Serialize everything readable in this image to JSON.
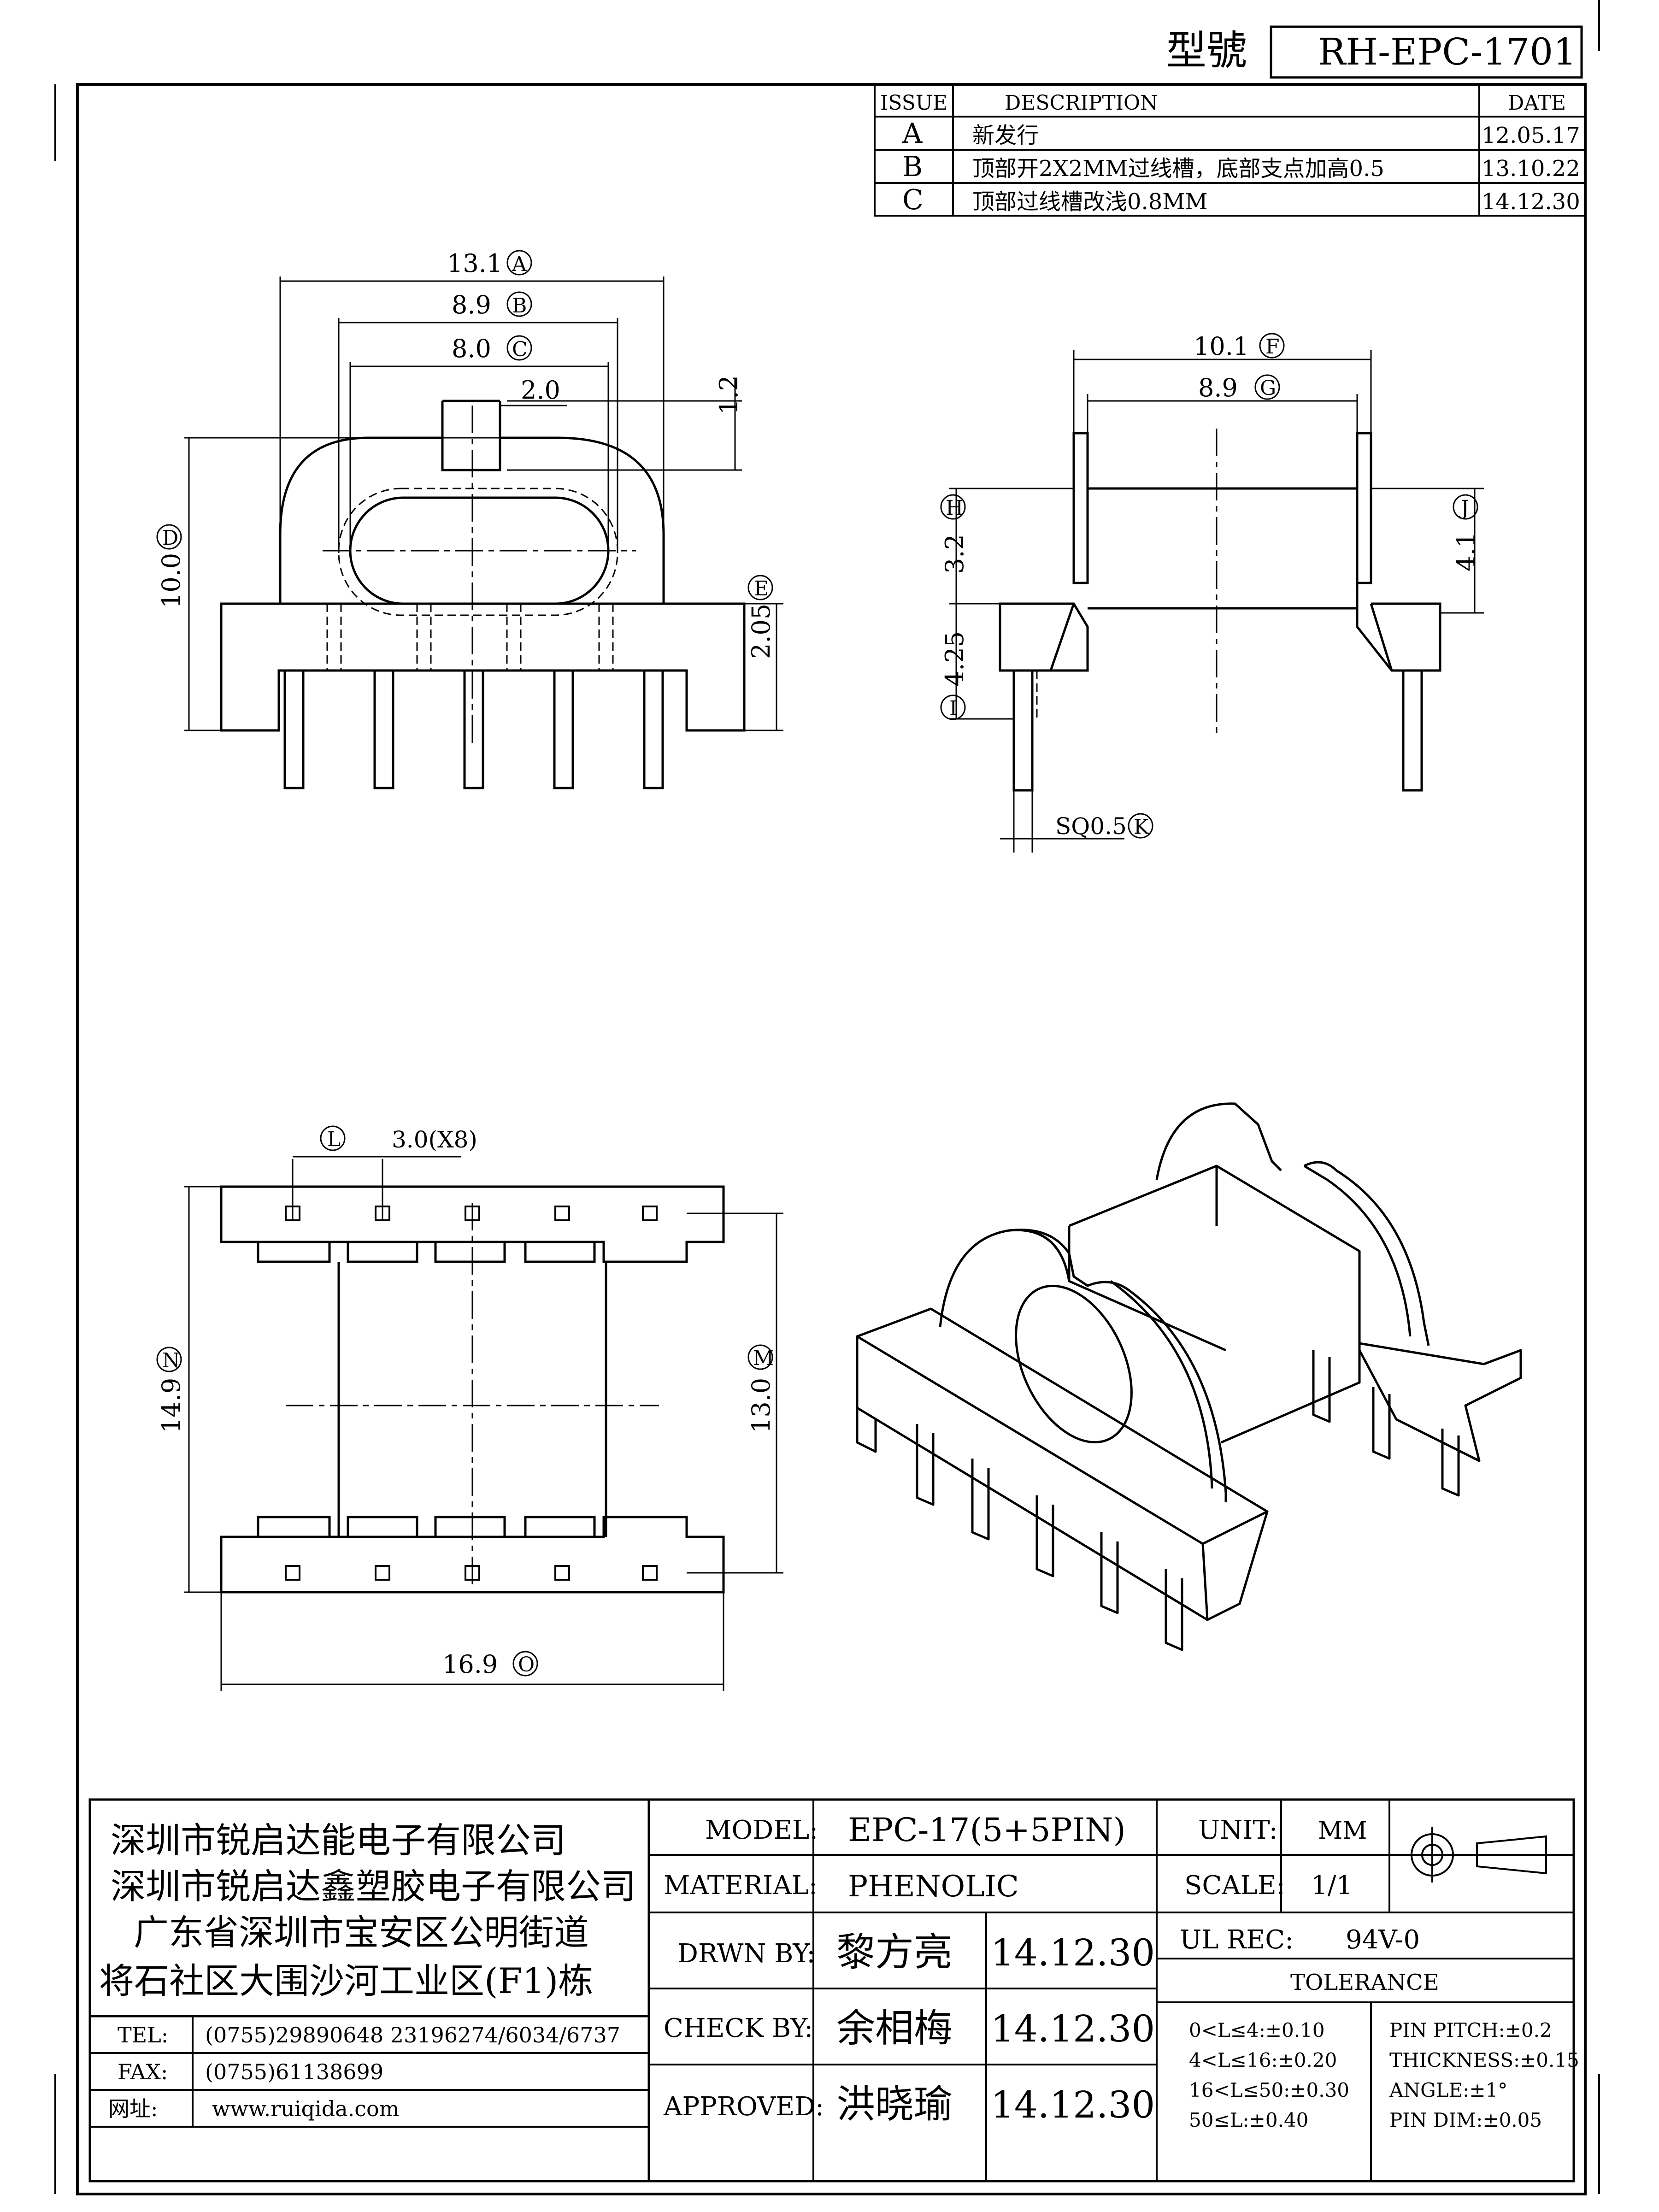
{
  "header": {
    "model_label": "型號",
    "model_no": "RH-EPC-1701"
  },
  "revisions": {
    "headers": [
      "ISSUE",
      "DESCRIPTION",
      "DATE"
    ],
    "rows": [
      {
        "issue": "A",
        "description": "新发行",
        "date": "12.05.17"
      },
      {
        "issue": "B",
        "description": "顶部开2X2MM过线槽，底部支点加高0.5",
        "date": "13.10.22"
      },
      {
        "issue": "C",
        "description": "顶部过线槽改浅0.8MM",
        "date": "14.12.30"
      }
    ]
  },
  "dimensions": {
    "A": "13.1",
    "B": "8.9",
    "C": "8.0",
    "slot_w": "2.0",
    "slot_h": "1.2",
    "D": "10.0",
    "E": "2.05",
    "F": "10.1",
    "G": "8.9",
    "H": "3.2",
    "I": "4.25",
    "J": "4.1",
    "K": "SQ0.5",
    "L": "3.0(X8)",
    "M": "13.0",
    "N": "14.9",
    "O": "16.9"
  },
  "title_block": {
    "company": [
      "深圳市锐启达能电子有限公司",
      "深圳市锐启达鑫塑胶电子有限公司",
      "广东省深圳市宝安区公明街道",
      "将石社区大围沙河工业区(F1)栋"
    ],
    "tel_label": "TEL:",
    "tel": "(0755)29890648  23196274/6034/6737",
    "fax_label": "FAX:",
    "fax": "(0755)61138699",
    "web_label": "网址:",
    "web": "www.ruiqida.com",
    "model_label": "MODEL:",
    "model": "EPC-17(5+5PIN)",
    "material_label": "MATERIAL:",
    "material": "PHENOLIC",
    "drawn_label": "DRWN BY:",
    "drawn_by": "黎方亮",
    "drawn_date": "14.12.30",
    "check_label": "CHECK BY:",
    "check_by": "余相梅",
    "check_date": "14.12.30",
    "approved_label": "APPROVED:",
    "approved_by": "洪晓瑜",
    "approved_date": "14.12.30",
    "unit_label": "UNIT:",
    "unit": "MM",
    "scale_label": "SCALE:",
    "scale": "1/1",
    "ul_label": "UL REC:",
    "ul": "94V-0",
    "tolerance_label": "TOLERANCE",
    "tolerances": [
      "0<L≤4:±0.10",
      "4<L≤16:±0.20",
      "16<L≤50:±0.30",
      "50≤L:±0.40"
    ],
    "specs": [
      "PIN PITCH:±0.2",
      "THICKNESS:±0.15",
      "ANGLE:±1°",
      "PIN DIM:±0.05"
    ]
  }
}
